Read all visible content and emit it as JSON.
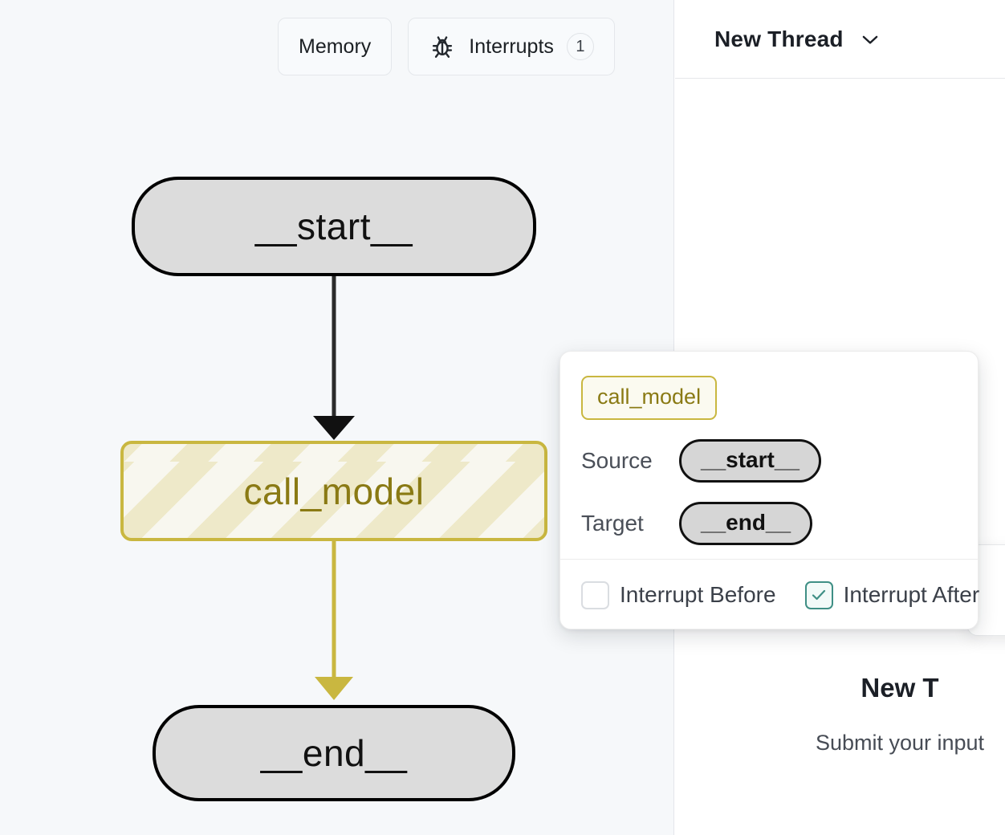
{
  "graph_panel": {
    "toolbar": {
      "memory_label": "Memory",
      "interrupts_label": "Interrupts",
      "interrupts_icon": "bug-icon",
      "interrupts_count": "1"
    },
    "nodes": [
      {
        "id": "start",
        "label": "__start__",
        "type": "terminal"
      },
      {
        "id": "call_model",
        "label": "call_model",
        "type": "active",
        "accent": "#c9b740"
      },
      {
        "id": "end",
        "label": "__end__",
        "type": "terminal"
      }
    ],
    "edges": [
      {
        "from": "__start__",
        "to": "call_model",
        "color": "#2b2b2b"
      },
      {
        "from": "call_model",
        "to": "__end__",
        "color": "#c9b740"
      }
    ]
  },
  "edge_popover": {
    "node_chip": "call_model",
    "source_label": "Source",
    "source_value": "__start__",
    "target_label": "Target",
    "target_value": "__end__",
    "interrupt_before_label": "Interrupt Before",
    "interrupt_before_checked": false,
    "interrupt_after_label": "Interrupt After",
    "interrupt_after_checked": true,
    "checked_color": "#3f8f85"
  },
  "thread_panel": {
    "title": "New Thread",
    "caret_icon": "chevron-down-icon",
    "side_card_icon": "graph-node-icon",
    "empty_title": "New T",
    "empty_subtitle": "Submit your input"
  }
}
